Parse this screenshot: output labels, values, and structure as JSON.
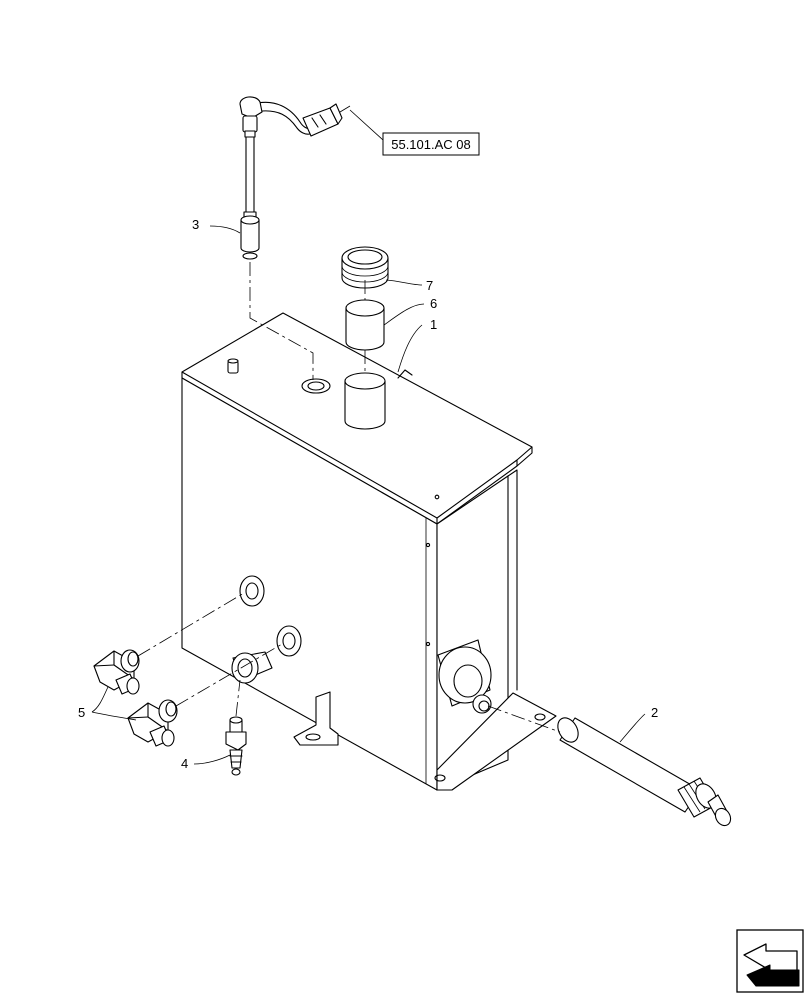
{
  "reference": "55.101.AC 08",
  "callouts": [
    {
      "id": "1",
      "label": "1"
    },
    {
      "id": "2",
      "label": "2"
    },
    {
      "id": "3",
      "label": "3"
    },
    {
      "id": "4",
      "label": "4"
    },
    {
      "id": "5",
      "label": "5"
    },
    {
      "id": "6",
      "label": "6"
    },
    {
      "id": "7",
      "label": "7"
    }
  ],
  "icons": {
    "corner": "next-page-arrow-icon"
  }
}
